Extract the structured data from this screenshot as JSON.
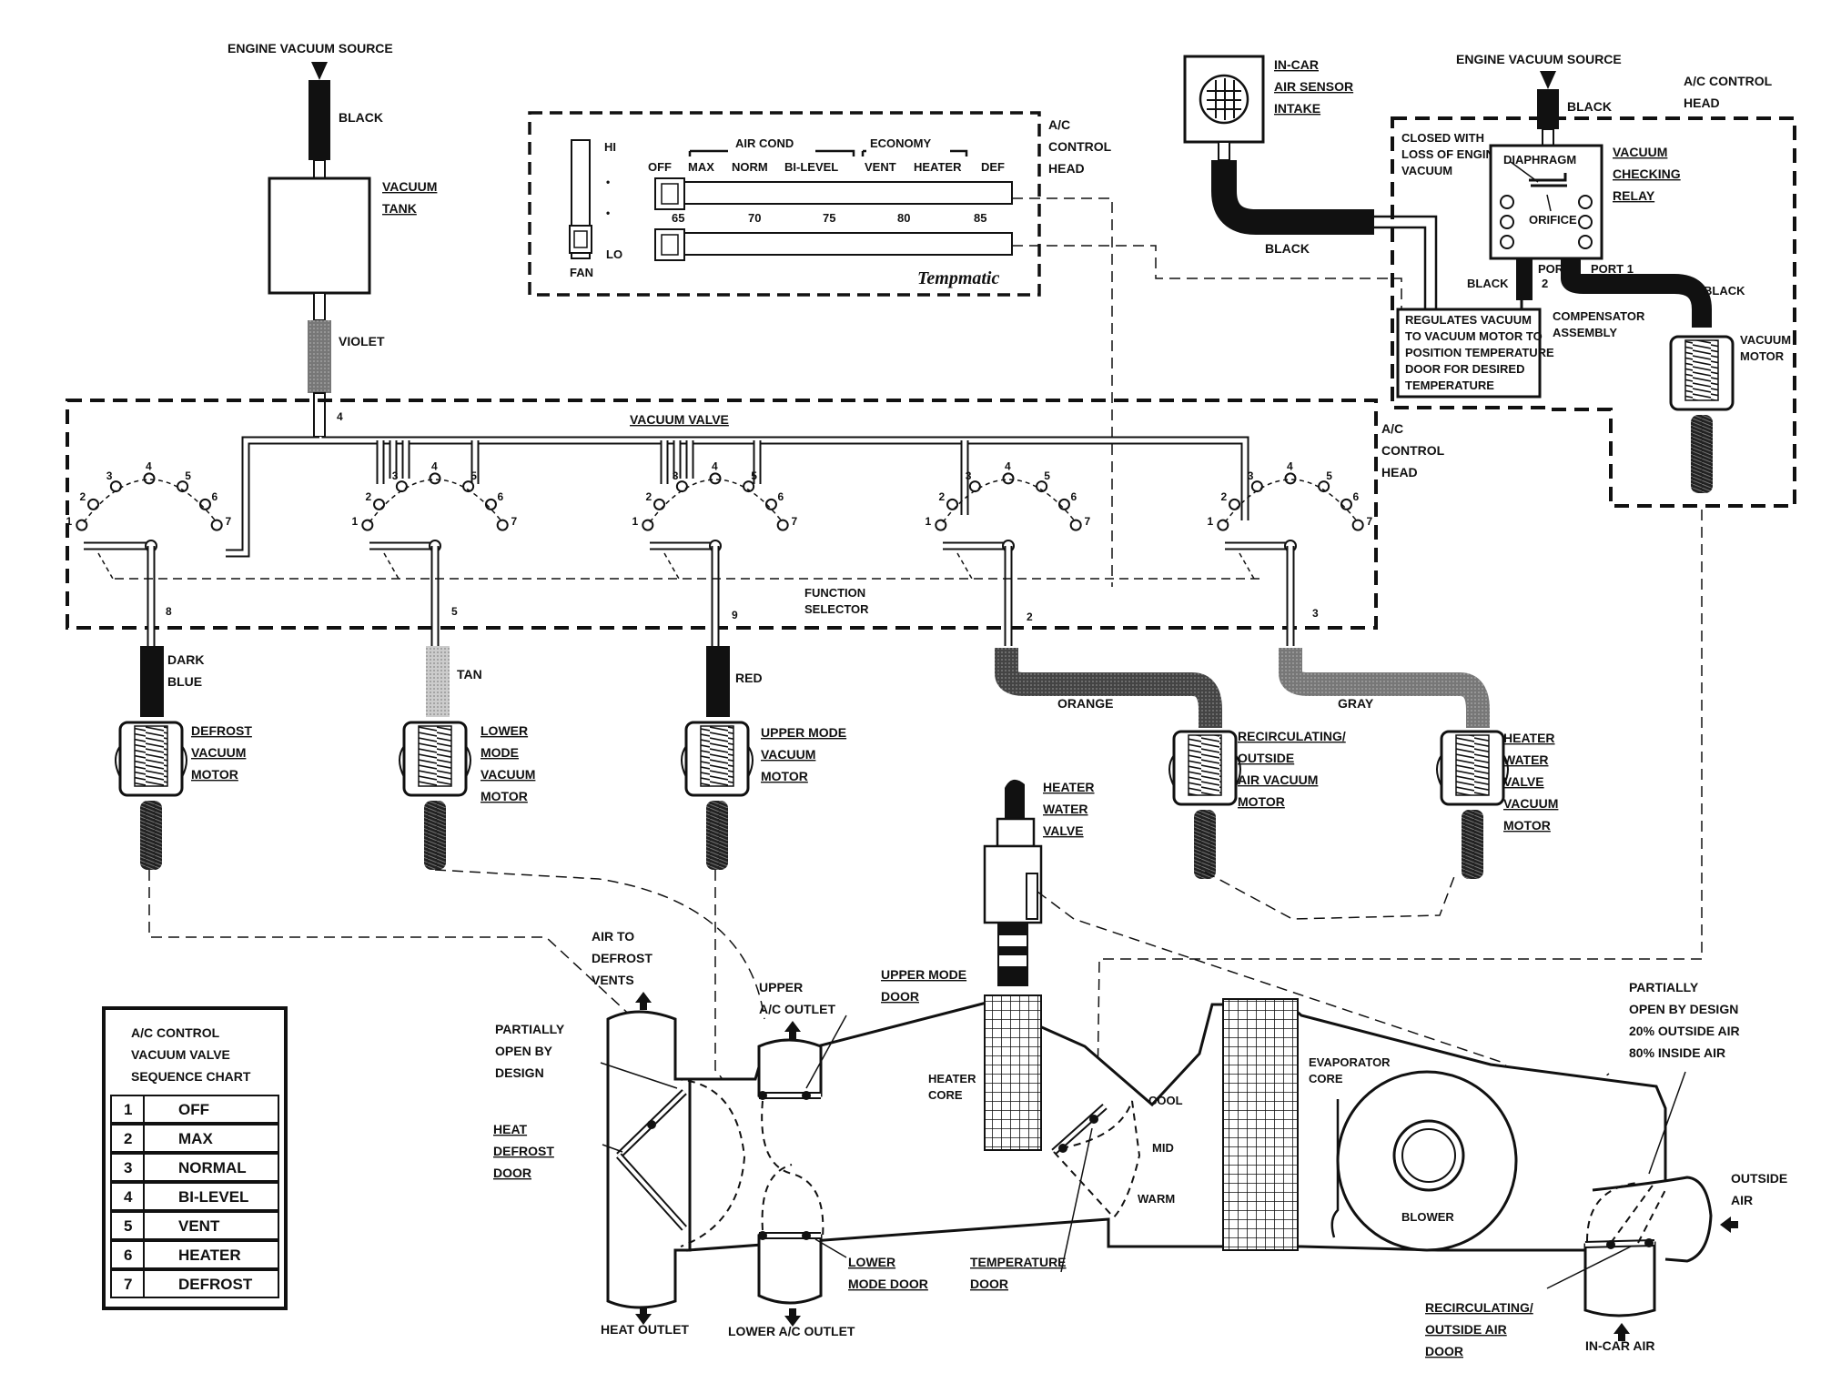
{
  "labels": {
    "engine_vacuum_source_left": "ENGINE VACUUM SOURCE",
    "black_top": "BLACK",
    "vacuum_tank": [
      "VACUUM",
      "TANK"
    ],
    "violet": "VIOLET",
    "control_head_panel": [
      "A/C",
      "CONTROL",
      "HEAD"
    ],
    "control_head_valve": [
      "A/C",
      "CONTROL",
      "HEAD"
    ],
    "control_head_right": [
      "A/C  CONTROL",
      "HEAD"
    ],
    "air_cond": "AIR COND",
    "economy": "ECONOMY",
    "positions": [
      "OFF",
      "MAX",
      "NORM",
      "BI-LEVEL",
      "VENT",
      "HEATER",
      "DEF"
    ],
    "temps": [
      "65",
      "70",
      "75",
      "80",
      "85"
    ],
    "fan_hi": "HI",
    "fan_lo": "LO",
    "fan": "FAN",
    "tempmatic": "Tempmatic",
    "in_car_sensor": [
      "IN-CAR",
      "AIR SENSOR",
      "INTAKE"
    ],
    "black_sensor": "BLACK",
    "engine_vacuum_source_right": "ENGINE VACUUM SOURCE",
    "black_right": "BLACK",
    "closed_with": [
      "CLOSED WITH",
      "LOSS OF ENGINE",
      "VACUUM"
    ],
    "diaphragm": "DIAPHRAGM",
    "orifice": "ORIFICE",
    "vacuum_checking_relay": [
      "VACUUM",
      "CHECKING",
      "RELAY"
    ],
    "black_port2": "BLACK",
    "port2": [
      "PORT",
      "2"
    ],
    "port1": "PORT 1",
    "black_motor": "BLACK",
    "regulates": [
      "REGULATES VACUUM",
      "TO VACUUM MOTOR TO",
      "POSITION TEMPERATURE",
      "DOOR FOR DESIRED",
      "TEMPERATURE"
    ],
    "compensator": [
      "COMPENSATOR",
      "ASSEMBLY"
    ],
    "vacuum_motor_small": [
      "VACUUM",
      "MOTOR"
    ],
    "vacuum_valve": "VACUUM  VALVE",
    "function_selector": [
      "FUNCTION",
      "SELECTOR"
    ],
    "port_numbers": [
      "4",
      "8",
      "5",
      "9",
      "2",
      "3"
    ],
    "dial_numbers": [
      "1",
      "2",
      "3",
      "4",
      "5",
      "6",
      "7"
    ],
    "dark_blue": [
      "DARK",
      "BLUE"
    ],
    "tan": "TAN",
    "red": "RED",
    "orange": "ORANGE",
    "gray": "GRAY",
    "defrost_motor": [
      "DEFROST",
      "VACUUM",
      "MOTOR"
    ],
    "lower_mode_motor": [
      "LOWER",
      "MODE",
      "VACUUM",
      "MOTOR"
    ],
    "upper_mode_motor": [
      "UPPER MODE",
      "VACUUM",
      "MOTOR"
    ],
    "recirc_motor": [
      "RECIRCULATING/",
      "OUTSIDE",
      "AIR VACUUM",
      "MOTOR"
    ],
    "heater_water_motor": [
      "HEATER",
      "WATER",
      "VALVE",
      "VACUUM",
      "MOTOR"
    ],
    "heater_water_valve": [
      "HEATER",
      "WATER",
      "VALVE"
    ],
    "air_to_defrost": [
      "AIR TO",
      "DEFROST",
      "VENTS"
    ],
    "upper_ac_outlet": [
      "UPPER",
      "A/C OUTLET"
    ],
    "upper_mode_door": [
      "UPPER MODE",
      "DOOR"
    ],
    "partially_open_left": [
      "PARTIALLY",
      "OPEN BY",
      "DESIGN"
    ],
    "heat_defrost_door": [
      "HEAT",
      "DEFROST",
      "DOOR"
    ],
    "heater_core": [
      "HEATER",
      "CORE"
    ],
    "cool": "COOL",
    "mid": "MID",
    "warm": "WARM",
    "evaporator_core": [
      "EVAPORATOR",
      "CORE"
    ],
    "blower": "BLOWER",
    "partially_open_right": [
      "PARTIALLY",
      "OPEN BY DESIGN",
      "20% OUTSIDE AIR",
      "80% INSIDE AIR"
    ],
    "outside_air": [
      "OUTSIDE",
      "AIR"
    ],
    "lower_mode_door": [
      "LOWER",
      "MODE DOOR"
    ],
    "temperature_door": [
      "TEMPERATURE",
      "DOOR"
    ],
    "heat_outlet": "HEAT OUTLET",
    "lower_ac_outlet": "LOWER A/C OUTLET",
    "recirc_door": [
      "RECIRCULATING/",
      "OUTSIDE AIR",
      "DOOR"
    ],
    "in_car_air": "IN-CAR AIR"
  },
  "sequence_chart": {
    "title": [
      "A/C CONTROL",
      "VACUUM VALVE",
      "SEQUENCE CHART"
    ],
    "rows": [
      {
        "num": "1",
        "label": "OFF"
      },
      {
        "num": "2",
        "label": "MAX"
      },
      {
        "num": "3",
        "label": "NORMAL"
      },
      {
        "num": "4",
        "label": "BI-LEVEL"
      },
      {
        "num": "5",
        "label": "VENT"
      },
      {
        "num": "6",
        "label": "HEATER"
      },
      {
        "num": "7",
        "label": "DEFROST"
      }
    ]
  },
  "colors": {
    "ink": "#111111",
    "violet_hatch": "#555555",
    "tan_hatch": "#b0b0b0",
    "orange_hatch": "#444444",
    "gray_hatch": "#888888"
  }
}
